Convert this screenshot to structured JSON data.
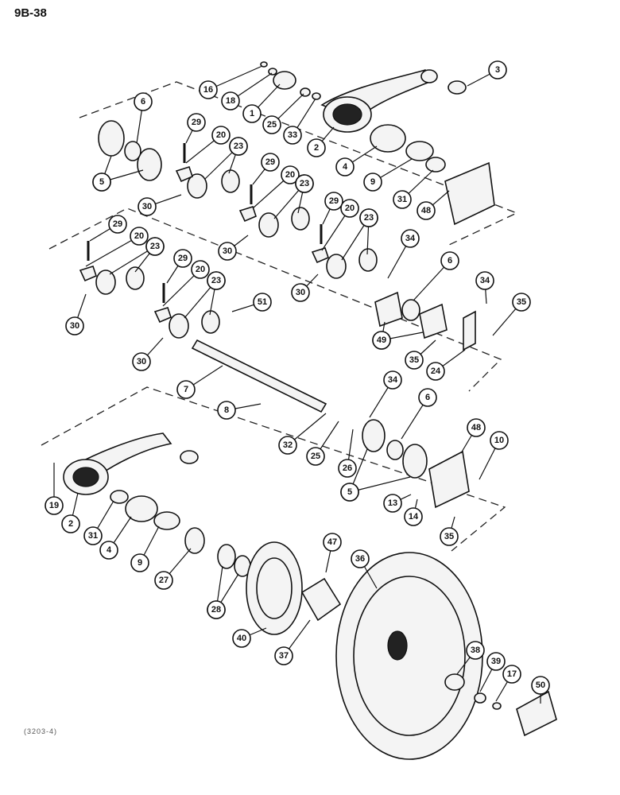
{
  "page": {
    "number": "9B-38",
    "figure_code": "(3203-4)"
  },
  "callouts": [
    "16",
    "18",
    "1",
    "25",
    "33",
    "3",
    "6",
    "29",
    "20",
    "23",
    "2",
    "4",
    "5",
    "9",
    "31",
    "48",
    "30",
    "34",
    "49",
    "35",
    "24",
    "51",
    "7",
    "8",
    "32",
    "26",
    "10",
    "13",
    "14",
    "19",
    "47",
    "36",
    "27",
    "28",
    "40",
    "37",
    "38",
    "39",
    "17",
    "50"
  ]
}
